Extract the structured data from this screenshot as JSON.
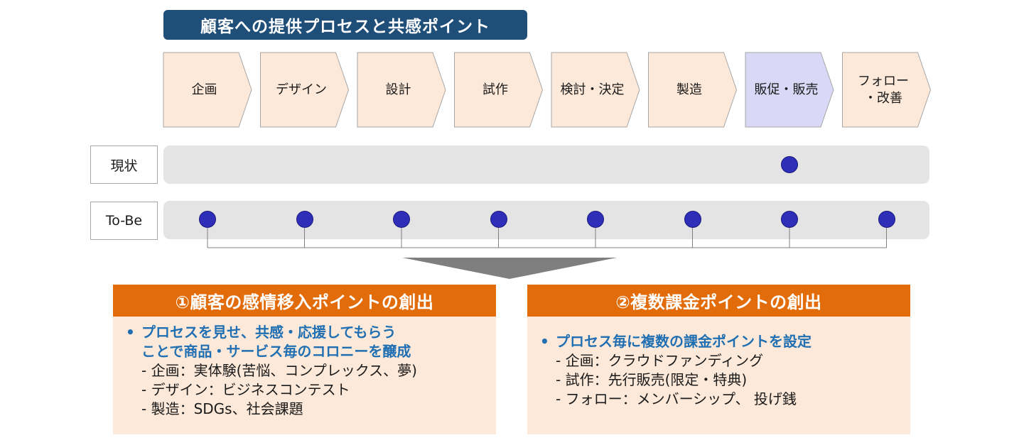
{
  "title": "顧客への提供プロセスと共感ポイント",
  "steps": [
    {
      "label": "企画",
      "highlight": false
    },
    {
      "label": "デザイン",
      "highlight": false
    },
    {
      "label": "設計",
      "highlight": false
    },
    {
      "label": "試作",
      "highlight": false
    },
    {
      "label": "検討・決定",
      "highlight": false
    },
    {
      "label": "製造",
      "highlight": false
    },
    {
      "label": "販促・販売",
      "highlight": true
    },
    {
      "label": "フォロー\n・改善",
      "highlight": false
    }
  ],
  "rows": {
    "current": {
      "label": "現状",
      "points_at_steps": [
        7
      ]
    },
    "tobe": {
      "label": "To-Be",
      "points_at_steps": [
        1,
        2,
        3,
        4,
        5,
        6,
        7,
        8
      ]
    }
  },
  "boxes": [
    {
      "title": "①顧客の感情移入ポイントの創出",
      "bullet": [
        "プロセスを見せ、共感・応援してもらう",
        "ことで商品・サービス毎のコロニーを醸成"
      ],
      "items": [
        "- 企画：実体験(苦悩、コンプレックス、夢)",
        "- デザイン：ビジネスコンテスト",
        "- 製造：SDGs、社会課題"
      ]
    },
    {
      "title": "②複数課金ポイントの創出",
      "bullet": [
        "プロセス毎に複数の課金ポイントを設定"
      ],
      "items": [
        "- 企画：クラウドファンディング",
        "- 試作：先行販売(限定・特典)",
        "- フォロー：メンバーシップ、 投げ銭"
      ]
    }
  ],
  "colors": {
    "title_bg": "#1f4e79",
    "step_fill": "#fde9d9",
    "step_highlight_fill": "#d9d9f7",
    "step_stroke": "#a6a6a6",
    "dot": "#2e2eb8",
    "box_head": "#e36c0a",
    "box_body": "#fde9d9",
    "bullet_text": "#1f6fb2"
  }
}
